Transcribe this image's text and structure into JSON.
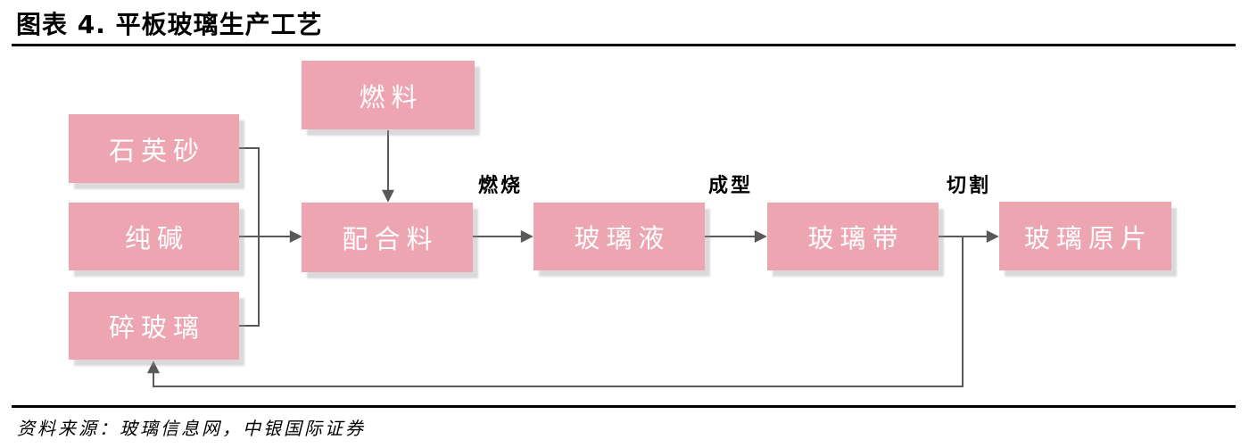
{
  "figure": {
    "title": "图表 4. 平板玻璃生产工艺",
    "source": "资料来源：玻璃信息网，中银国际证券"
  },
  "flowchart": {
    "nodes": [
      {
        "id": "fuel",
        "label": "燃料"
      },
      {
        "id": "quartz-sand",
        "label": "石英砂"
      },
      {
        "id": "soda-ash",
        "label": "纯碱"
      },
      {
        "id": "cullet",
        "label": "碎玻璃"
      },
      {
        "id": "batch-mix",
        "label": "配合料"
      },
      {
        "id": "molten-glass",
        "label": "玻璃液"
      },
      {
        "id": "glass-ribbon",
        "label": "玻璃带"
      },
      {
        "id": "raw-glass-sheet",
        "label": "玻璃原片"
      }
    ],
    "edge_labels": [
      {
        "id": "combustion",
        "label": "燃烧"
      },
      {
        "id": "forming",
        "label": "成型"
      },
      {
        "id": "cutting",
        "label": "切割"
      }
    ],
    "colors": {
      "node_fill": "#EDA6B1",
      "node_text": "#FFFFFF",
      "connector": "#595959",
      "rule": "#000000",
      "background": "#FFFFFF"
    }
  }
}
